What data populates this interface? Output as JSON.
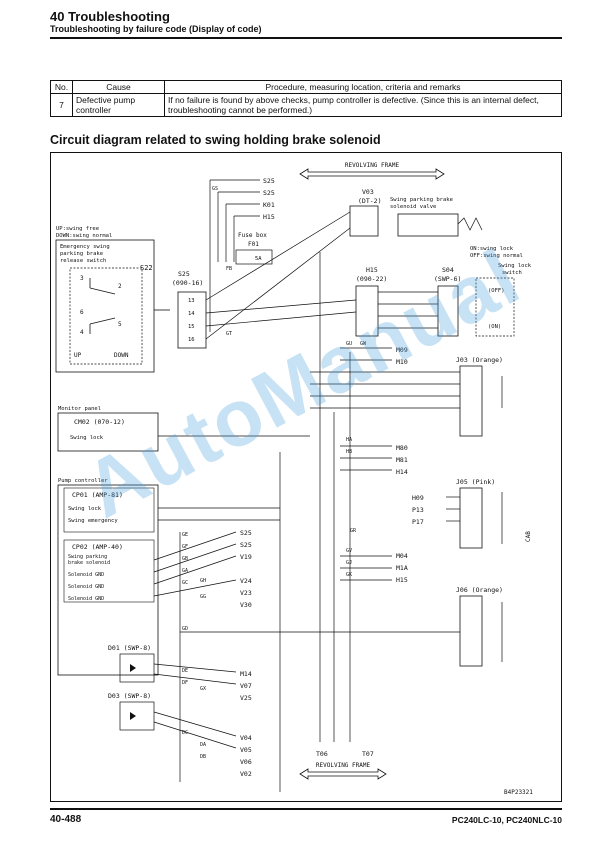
{
  "header": {
    "section_title": "40 Troubleshooting",
    "subtitle": "Troubleshooting by failure code (Display of code)"
  },
  "table": {
    "headers": [
      "No.",
      "Cause",
      "Procedure, measuring location, criteria and remarks"
    ],
    "rows": [
      {
        "no": "7",
        "cause": "Defective pump controller",
        "remarks": "If no failure is found by above checks, pump controller is defective. (Since this is an internal defect, troubleshooting cannot be performed.)"
      }
    ]
  },
  "diagram": {
    "title": "Circuit diagram related to swing holding brake solenoid",
    "revolving_frame": "REVOLVING FRAME",
    "s22_desc": [
      "UP:swing free",
      "DOWN:swing normal",
      "Emergency swing",
      "parking brake",
      "release switch"
    ],
    "s22": "S22",
    "up": "UP",
    "down": "DOWN",
    "s25": [
      "S25",
      "(090-16)"
    ],
    "fuse_box": [
      "Fuse box",
      "F01"
    ],
    "fuse_amp": "5A",
    "v03": [
      "V03",
      "(DT-2)"
    ],
    "valve_desc": [
      "Swing parking brake",
      "solenoid valve"
    ],
    "h15": [
      "H15",
      "(090-22)"
    ],
    "s04": [
      "S04",
      "(SWP-6)"
    ],
    "s04_desc": [
      "ON:swing lock",
      "OFF:swing normal"
    ],
    "swing_lock_switch": [
      "Swing lock",
      "switch"
    ],
    "off": "(OFF)",
    "on": "(ON)",
    "monitor_panel": "Monitor panel",
    "cm02": "CM02 (070-12)",
    "cp01_label": "Pump controller",
    "cp01": "CP01 (AMP-81)",
    "cp02": "CP02 (AMP-40)",
    "swing_lock": "Swing lock",
    "swing_emergency": "Swing emergency",
    "cp02_items": [
      "Swing parking",
      "brake solenoid",
      "Solenoid GND",
      "Solenoid GND",
      "Solenoid GND"
    ],
    "j03": "J03 (Orange)",
    "j05": "J05 (Pink)",
    "j06": "J06 (Orange)",
    "d01": "D01 (SWP-8)",
    "d03": "D03 (SWP-8)",
    "cab": "CAB",
    "t06": "T06",
    "t07": "T07",
    "ref_code": "B4P23321",
    "top_refs": [
      "S25",
      "S25",
      "K01",
      "H15"
    ],
    "right_refs": [
      "M09",
      "M10",
      "M80",
      "M81",
      "H14"
    ],
    "j05_refs": [
      "H09",
      "P13",
      "P17"
    ],
    "mid_refs": [
      "M04",
      "M1A",
      "H15"
    ],
    "left_refs_a": [
      "S25",
      "S25",
      "V19"
    ],
    "left_refs_b": [
      "V24",
      "V23",
      "V30"
    ],
    "left_refs_c": [
      "M14",
      "V07",
      "V25"
    ],
    "left_refs_d": [
      "V04",
      "V05",
      "V06",
      "V02"
    ],
    "wire_codes": [
      "GS",
      "FB",
      "GT",
      "GU",
      "GW",
      "HA",
      "HB",
      "GR",
      "GV",
      "GJ",
      "GK",
      "GE",
      "GF",
      "GB",
      "GA",
      "GC",
      "GH",
      "GG",
      "GD",
      "GX",
      "DE",
      "DF",
      "DC",
      "DA",
      "DB"
    ]
  },
  "watermark": "AutoManual",
  "footer": {
    "page": "40-488",
    "models": "PC240LC-10, PC240NLC-10"
  }
}
